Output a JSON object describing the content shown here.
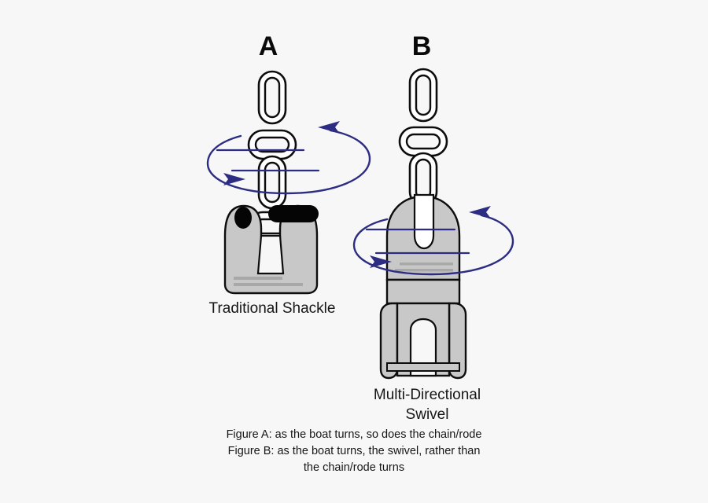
{
  "figure": {
    "background_color": "#f7f7f7",
    "panels": [
      {
        "key": "a",
        "letter": "A",
        "label": "Traditional Shackle",
        "hardware": "shackle",
        "chain_links": 4,
        "rotation_indicator": "rotation-ellipse-arrows"
      },
      {
        "key": "b",
        "letter": "B",
        "label_line_1": "Multi-Directional",
        "label_line_2": "Swivel",
        "hardware": "swivel",
        "chain_links": 4,
        "rotation_indicator": "rotation-ellipse-arrows"
      }
    ]
  },
  "caption": {
    "lines": [
      "Figure A: as the boat turns, so does the chain/rode",
      "Figure B: as the boat turns, the swivel, rather than",
      "the chain/rode turns"
    ]
  },
  "colors": {
    "background": "#f7f7f7",
    "outline": "#0d0d0d",
    "metal_fill": "#c8c8c8",
    "metal_shadow": "#a8a8a8",
    "chain_fill": "#ffffff",
    "pin_black": "#050505",
    "rotation_arrow": "#2c2c82",
    "text": "#161616"
  },
  "icons": {
    "rotation": "rotation-ellipse-icon",
    "arrowhead_left": "arrowhead-left-icon",
    "arrowhead_right": "arrowhead-right-icon"
  }
}
